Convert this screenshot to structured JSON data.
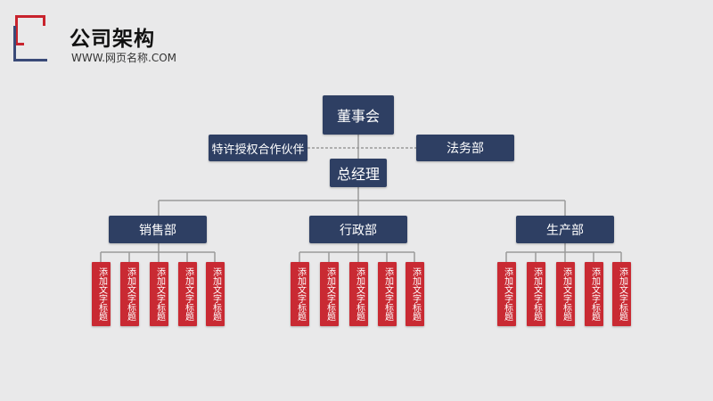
{
  "header": {
    "title": "公司架构",
    "subtitle": "WWW.网页名称.COM"
  },
  "chart": {
    "root": "董事会",
    "left_side": "特许授权合作伙伴",
    "right_side": "法务部",
    "manager": "总经理",
    "departments": [
      {
        "label": "销售部",
        "items": [
          "添加文字标题",
          "添加文字标题",
          "添加文字标题",
          "添加文字标题",
          "添加文字标题"
        ]
      },
      {
        "label": "行政部",
        "items": [
          "添加文字标题",
          "添加文字标题",
          "添加文字标题",
          "添加文字标题",
          "添加文字标题"
        ]
      },
      {
        "label": "生产部",
        "items": [
          "添加文字标题",
          "添加文字标题",
          "添加文字标题",
          "添加文字标题",
          "添加文字标题"
        ]
      }
    ]
  },
  "colors": {
    "node": "#2e3f63",
    "leaf": "#c92a33",
    "logo_red": "#c8232d",
    "logo_blue": "#3a4a78",
    "background": "#e9e9ea"
  }
}
